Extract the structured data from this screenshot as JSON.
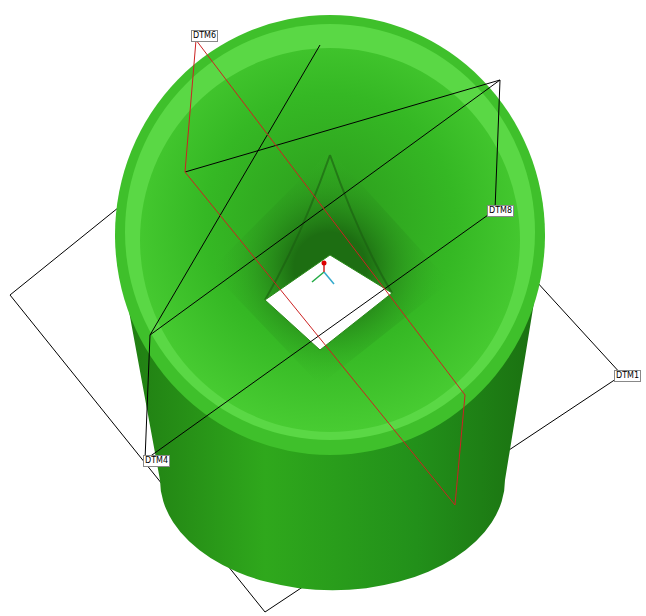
{
  "diagram": {
    "labels": [
      "DTM6",
      "DTM8",
      "DTM1",
      "DTM4"
    ]
  }
}
